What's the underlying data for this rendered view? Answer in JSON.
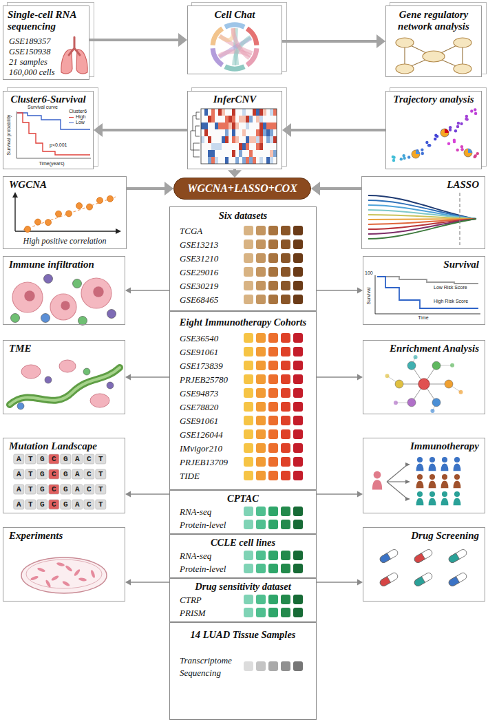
{
  "diagram": {
    "nodes": [
      {
        "text": [
          "Single-cell RNA sequencing",
          "GSE189357",
          "GSE150938",
          "21 samples",
          "160,000 cells"
        ]
      },
      {
        "text": [
          "Cell Chat"
        ]
      },
      {
        "text": [
          "Gene regulatory network analysis"
        ]
      },
      {
        "text": [
          "Cluster6-Survival"
        ]
      },
      {
        "text": [
          "InferCNV"
        ]
      },
      {
        "text": [
          "Trajectory analysis"
        ]
      },
      {
        "text": [
          "WGCNA",
          "High positive correlation"
        ]
      },
      {
        "text": [
          "WGCNA+LASSO+COX"
        ]
      },
      {
        "text": [
          "LASSO"
        ]
      },
      {
        "text": [
          "Immune infiltration"
        ]
      },
      {
        "text": [
          "Six datasets",
          "TCGA",
          "GSE13213",
          "GSE31210",
          "GSE29016",
          "GSE30219",
          "GSE68465"
        ]
      },
      {
        "text": [
          "Survival"
        ]
      },
      {
        "text": [
          "TME"
        ]
      },
      {
        "text": [
          "Eight Immunotherapy Cohorts",
          "GSE36540",
          "GSE91061",
          "GSE173839",
          "PRJEB25780",
          "GSE94873",
          "GSE78820",
          "GSE91061",
          "GSE126044",
          "IMvigor210",
          "PRJEB13709",
          "TIDE"
        ]
      },
      {
        "text": [
          "Enrichment Analysis"
        ]
      },
      {
        "text": [
          "Mutation Landscape"
        ]
      },
      {
        "text": [
          "CPTAC",
          "RNA-seq",
          "Protein-level"
        ]
      },
      {
        "text": [
          "Immunotherapy"
        ]
      },
      {
        "text": [
          "CCLE cell lines",
          "RNA-seq",
          "Protein-level"
        ]
      },
      {
        "text": [
          "Experiments"
        ]
      },
      {
        "text": [
          "Drug sensitivity dataset",
          "CTRP",
          "PRISM"
        ]
      },
      {
        "text": [
          "Drug Screening"
        ]
      },
      {
        "text": [
          "14 LUAD Tissue Samples",
          "Transcriptome Sequencing"
        ]
      }
    ],
    "edges": [
      {
        "from": 0,
        "to": 1,
        "arrow": "to"
      },
      {
        "from": 1,
        "to": 2,
        "arrow": "to"
      },
      {
        "from": 5,
        "to": 4,
        "arrow": "to"
      },
      {
        "from": 4,
        "to": 3,
        "arrow": "to"
      },
      {
        "from": 4,
        "to": 7,
        "arrow": "to"
      },
      {
        "from": 6,
        "to": 7,
        "arrow": "to"
      },
      {
        "from": 8,
        "to": 7,
        "arrow": "to"
      },
      {
        "from": 10,
        "to": 9,
        "arrow": "to"
      },
      {
        "from": 10,
        "to": 11,
        "arrow": "to"
      },
      {
        "from": 13,
        "to": 12,
        "arrow": "to"
      },
      {
        "from": 13,
        "to": 14,
        "arrow": "to"
      },
      {
        "from": 16,
        "to": 15,
        "arrow": "to"
      },
      {
        "from": 16,
        "to": 17,
        "arrow": "to"
      },
      {
        "from": 20,
        "to": 19,
        "arrow": "to"
      },
      {
        "from": 20,
        "to": 21,
        "arrow": "to"
      }
    ],
    "labels": [
      "Survival curve",
      "Survival probability",
      "Time(years)",
      "p<0.001",
      "Cluster6",
      "100",
      "Survival",
      "Time",
      "Low Risk Score",
      "High Risk Score",
      "ATGCGACT",
      "ATGCGACT",
      "ATGCGACT",
      "ATGCGACT"
    ],
    "legend": [
      {
        "text": "High"
      },
      {
        "text": "Low"
      }
    ]
  }
}
